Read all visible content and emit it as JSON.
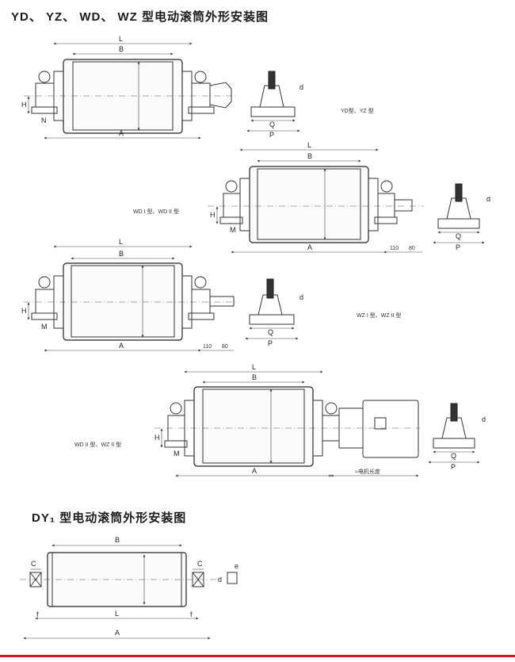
{
  "titles": {
    "main": "YD、  YZ、  WD、  WZ  型电动滚筒外形安装图",
    "dy": "DY₁  型电动滚筒外形安装图"
  },
  "captions": {
    "yd_yz": "YD型、YZ 型",
    "wd": "WD I 型、WD II 型",
    "wz": "WZ I 型、WZ II 型",
    "wd2_wz2": "WD II 型、WZ II 型"
  },
  "dims": {
    "L": "L",
    "B": "B",
    "A": "A",
    "H": "H",
    "M": "M",
    "N": "N",
    "Q": "Q",
    "P": "P",
    "d": "d",
    "C": "C",
    "f": "f",
    "e": "e",
    "d110": "110",
    "d80": "80",
    "motor": "≈电机长度"
  }
}
